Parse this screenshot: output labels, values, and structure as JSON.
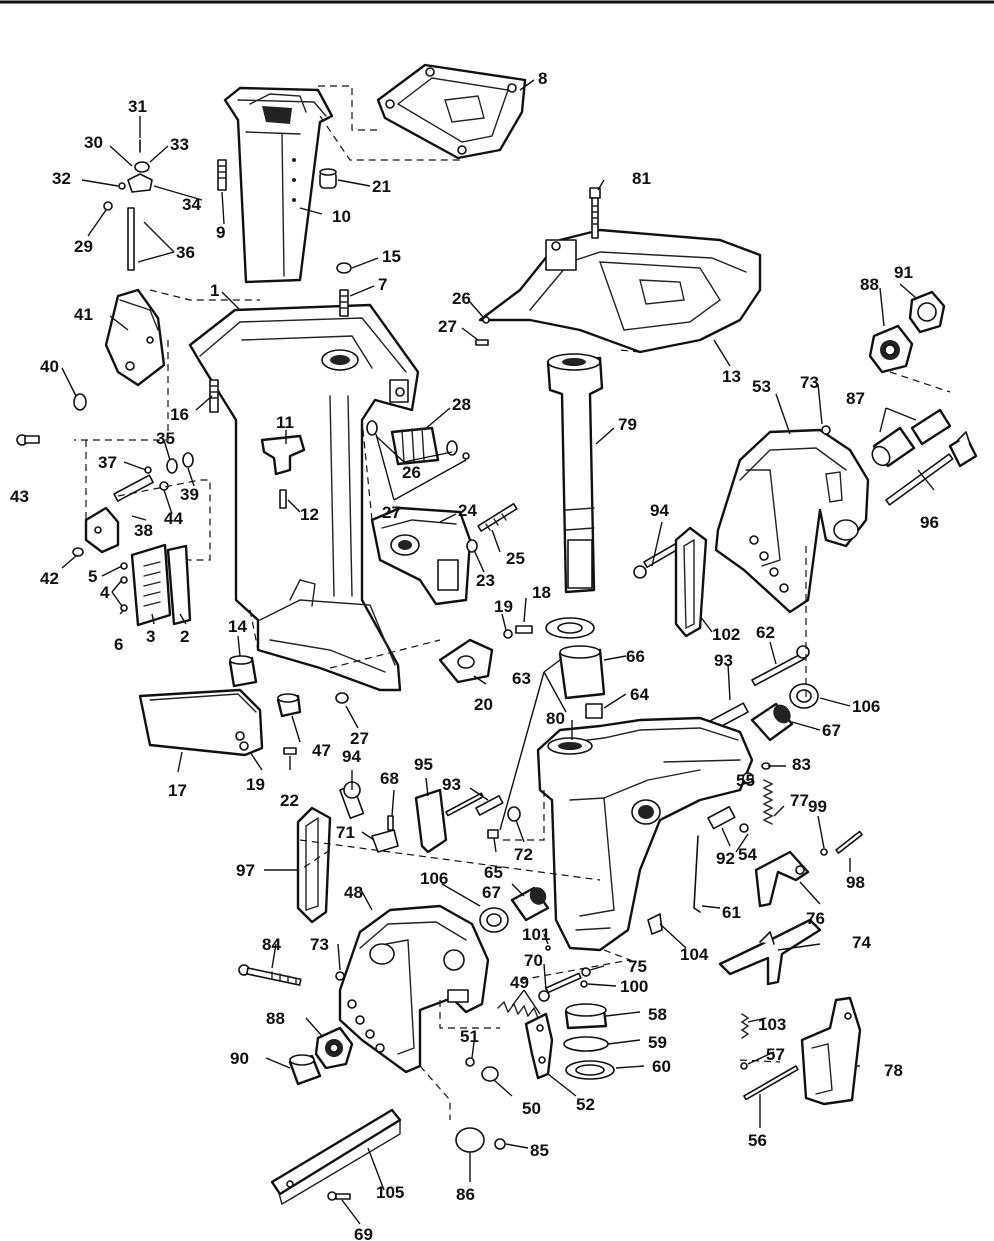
{
  "diagram": {
    "callouts": [
      {
        "id": "1",
        "text": "1"
      },
      {
        "id": "2",
        "text": "2"
      },
      {
        "id": "3",
        "text": "3"
      },
      {
        "id": "4",
        "text": "4"
      },
      {
        "id": "5",
        "text": "5"
      },
      {
        "id": "6",
        "text": "6"
      },
      {
        "id": "7",
        "text": "7"
      },
      {
        "id": "8",
        "text": "8"
      },
      {
        "id": "9",
        "text": "9"
      },
      {
        "id": "10",
        "text": "10"
      },
      {
        "id": "11",
        "text": "11"
      },
      {
        "id": "12",
        "text": "12"
      },
      {
        "id": "13",
        "text": "13"
      },
      {
        "id": "14",
        "text": "14"
      },
      {
        "id": "15",
        "text": "15"
      },
      {
        "id": "16",
        "text": "16"
      },
      {
        "id": "17",
        "text": "17"
      },
      {
        "id": "18",
        "text": "18"
      },
      {
        "id": "19a",
        "text": "19"
      },
      {
        "id": "19b",
        "text": "19"
      },
      {
        "id": "20",
        "text": "20"
      },
      {
        "id": "21",
        "text": "21"
      },
      {
        "id": "22",
        "text": "22"
      },
      {
        "id": "23",
        "text": "23"
      },
      {
        "id": "24",
        "text": "24"
      },
      {
        "id": "25",
        "text": "25"
      },
      {
        "id": "26a",
        "text": "26"
      },
      {
        "id": "26b",
        "text": "26"
      },
      {
        "id": "27a",
        "text": "27"
      },
      {
        "id": "27b",
        "text": "27"
      },
      {
        "id": "27c",
        "text": "27"
      },
      {
        "id": "28",
        "text": "28"
      },
      {
        "id": "29",
        "text": "29"
      },
      {
        "id": "30",
        "text": "30"
      },
      {
        "id": "31",
        "text": "31"
      },
      {
        "id": "32",
        "text": "32"
      },
      {
        "id": "33",
        "text": "33"
      },
      {
        "id": "34",
        "text": "34"
      },
      {
        "id": "35",
        "text": "35"
      },
      {
        "id": "36",
        "text": "36"
      },
      {
        "id": "37",
        "text": "37"
      },
      {
        "id": "38",
        "text": "38"
      },
      {
        "id": "39",
        "text": "39"
      },
      {
        "id": "40",
        "text": "40"
      },
      {
        "id": "41",
        "text": "41"
      },
      {
        "id": "42",
        "text": "42"
      },
      {
        "id": "43",
        "text": "43"
      },
      {
        "id": "44",
        "text": "44"
      },
      {
        "id": "47",
        "text": "47"
      },
      {
        "id": "48",
        "text": "48"
      },
      {
        "id": "49",
        "text": "49"
      },
      {
        "id": "50",
        "text": "50"
      },
      {
        "id": "51",
        "text": "51"
      },
      {
        "id": "52",
        "text": "52"
      },
      {
        "id": "53",
        "text": "53"
      },
      {
        "id": "54",
        "text": "54"
      },
      {
        "id": "55",
        "text": "55"
      },
      {
        "id": "56",
        "text": "56"
      },
      {
        "id": "57",
        "text": "57"
      },
      {
        "id": "58",
        "text": "58"
      },
      {
        "id": "59",
        "text": "59"
      },
      {
        "id": "60",
        "text": "60"
      },
      {
        "id": "61",
        "text": "61"
      },
      {
        "id": "62",
        "text": "62"
      },
      {
        "id": "63",
        "text": "63"
      },
      {
        "id": "64",
        "text": "64"
      },
      {
        "id": "65",
        "text": "65"
      },
      {
        "id": "66",
        "text": "66"
      },
      {
        "id": "67a",
        "text": "67"
      },
      {
        "id": "67b",
        "text": "67"
      },
      {
        "id": "68",
        "text": "68"
      },
      {
        "id": "69",
        "text": "69"
      },
      {
        "id": "70",
        "text": "70"
      },
      {
        "id": "71",
        "text": "71"
      },
      {
        "id": "72",
        "text": "72"
      },
      {
        "id": "73a",
        "text": "73"
      },
      {
        "id": "73b",
        "text": "73"
      },
      {
        "id": "74",
        "text": "74"
      },
      {
        "id": "75",
        "text": "75"
      },
      {
        "id": "76",
        "text": "76"
      },
      {
        "id": "77",
        "text": "77"
      },
      {
        "id": "78",
        "text": "78"
      },
      {
        "id": "79",
        "text": "79"
      },
      {
        "id": "80",
        "text": "80"
      },
      {
        "id": "81",
        "text": "81"
      },
      {
        "id": "83",
        "text": "83"
      },
      {
        "id": "84",
        "text": "84"
      },
      {
        "id": "85",
        "text": "85"
      },
      {
        "id": "86",
        "text": "86"
      },
      {
        "id": "87",
        "text": "87"
      },
      {
        "id": "88a",
        "text": "88"
      },
      {
        "id": "88b",
        "text": "88"
      },
      {
        "id": "90",
        "text": "90"
      },
      {
        "id": "91",
        "text": "91"
      },
      {
        "id": "92",
        "text": "92"
      },
      {
        "id": "93a",
        "text": "93"
      },
      {
        "id": "93b",
        "text": "93"
      },
      {
        "id": "94a",
        "text": "94"
      },
      {
        "id": "94b",
        "text": "94"
      },
      {
        "id": "95",
        "text": "95"
      },
      {
        "id": "96",
        "text": "96"
      },
      {
        "id": "97",
        "text": "97"
      },
      {
        "id": "98",
        "text": "98"
      },
      {
        "id": "99",
        "text": "99"
      },
      {
        "id": "100",
        "text": "100"
      },
      {
        "id": "101",
        "text": "101"
      },
      {
        "id": "102",
        "text": "102"
      },
      {
        "id": "103",
        "text": "103"
      },
      {
        "id": "104",
        "text": "104"
      },
      {
        "id": "105",
        "text": "105"
      },
      {
        "id": "106a",
        "text": "106"
      },
      {
        "id": "106b",
        "text": "106"
      }
    ]
  }
}
